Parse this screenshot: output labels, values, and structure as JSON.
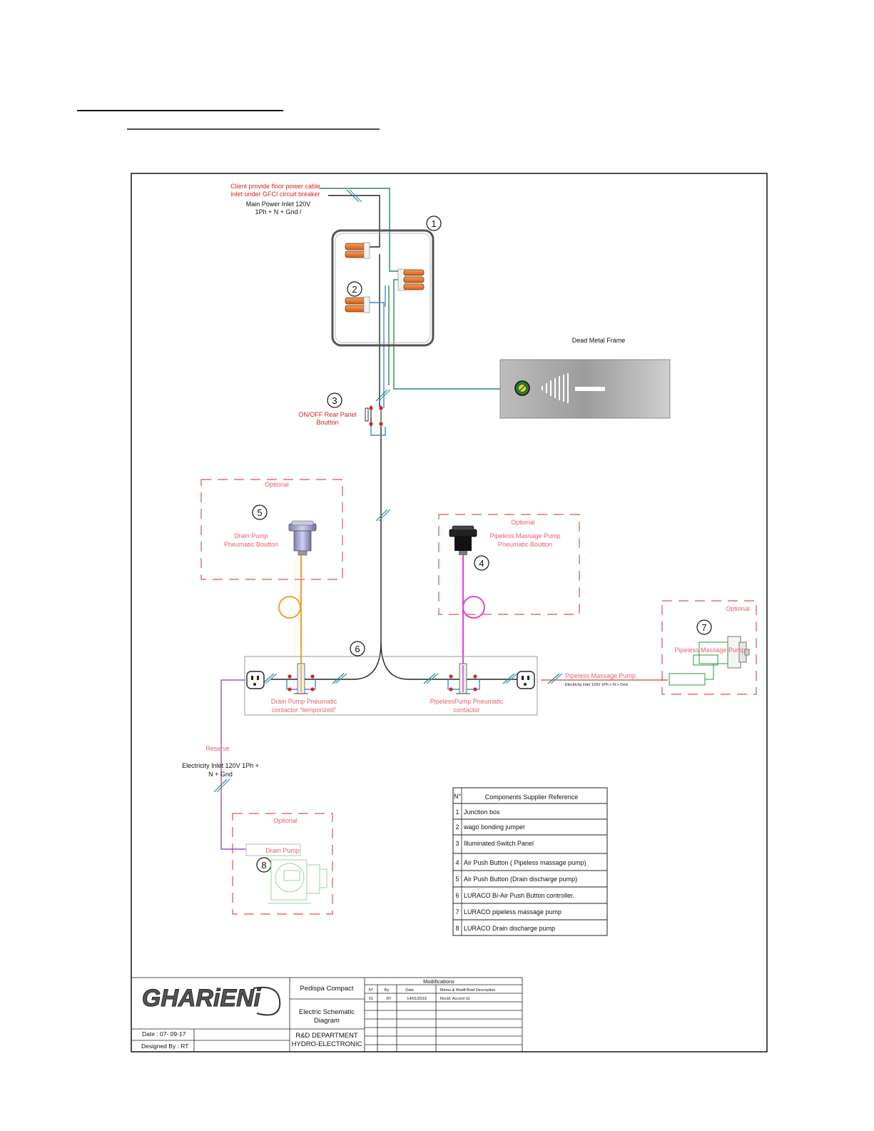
{
  "inlet": {
    "client_line1": "Client provide floor  power cable",
    "client_line2": "inlet under GFCI circuit breaker",
    "main_line1": "Main Power Inlet  120V",
    "main_line2": "1Ph + N + Gnd /"
  },
  "frame_label": "Dead Metal Frame",
  "switch_label": [
    "ON/OFF Rear Panel",
    "Boutton"
  ],
  "optional": "Optional",
  "drain_button_label": [
    "Drain Pump",
    "Pneumatic Boutton"
  ],
  "massage_button_label": [
    "Pipeless Massage Pump",
    "Pneumatic Boutton"
  ],
  "drain_contactor_label": [
    "Drain Pump Pneumatic",
    "contactor \"temporized\""
  ],
  "massage_contactor_label": [
    "PipelessPump Pneumatic",
    "contactor"
  ],
  "massage_pump_inlet": {
    "title": "Pipeless Massage Pump",
    "sub": "Electricity inlet  120V   1Ph + N + Gnd"
  },
  "massage_pump_label": "Pipeless Massage Pump",
  "drain_pump_label": "Drain Pump",
  "reserve_label": "Reserve",
  "electricity_inlet": [
    "Electricity Inlet  120V   1Ph +",
    "N + Gnd"
  ],
  "markers": [
    "1",
    "2",
    "3",
    "4",
    "5",
    "6",
    "7",
    "8"
  ],
  "table": {
    "header_no": "N°",
    "header_ref": "Components  Supplier Reference",
    "rows": [
      {
        "n": "1",
        "ref": "Junction box"
      },
      {
        "n": "2",
        "ref": "wago bonding jumper"
      },
      {
        "n": "3",
        "ref": "Illuminated Switch Panel"
      },
      {
        "n": "4",
        "ref": "Air Push Button      ( Pipeless massage pump)"
      },
      {
        "n": "5",
        "ref": "Air Push Button      (Drain discharge  pump)"
      },
      {
        "n": "6",
        "ref": "LURACO Bi-Air Push Button controller."
      },
      {
        "n": "7",
        "ref": "LURACO pipeless massage pump"
      },
      {
        "n": "8",
        "ref": "LURACO Drain discharge pump"
      }
    ]
  },
  "title_block": {
    "logo": "GHARiENi",
    "product": "Pedispa Compact",
    "doc_title": [
      "Electric  Schematic",
      "Diagram"
    ],
    "date": "Date : 07- 09-17",
    "designer": "Designed By :  RT",
    "department": "R&D  DEPARTMENT",
    "division": "HYDRO-ELECTRONIC",
    "modifications_title": "Modifications",
    "mod_headers": [
      "N°",
      "By",
      "Date",
      "Memo & Modif Brief Description"
    ],
    "mod_rows": [
      {
        "n": "01",
        "by": "RT",
        "date": "14/01/2019",
        "memo": "Rectif. Accord UL"
      }
    ]
  },
  "colors": {
    "ground_wire": "#2a8a5a",
    "line_wire": "#222222",
    "neutral_wire": "#3a8fd0",
    "drain_tube": "#f0a030",
    "massage_tube": "#e040e0",
    "optional_border": "#e05050",
    "wago": "#e87028",
    "frame_fill": "#c9c9c9"
  }
}
